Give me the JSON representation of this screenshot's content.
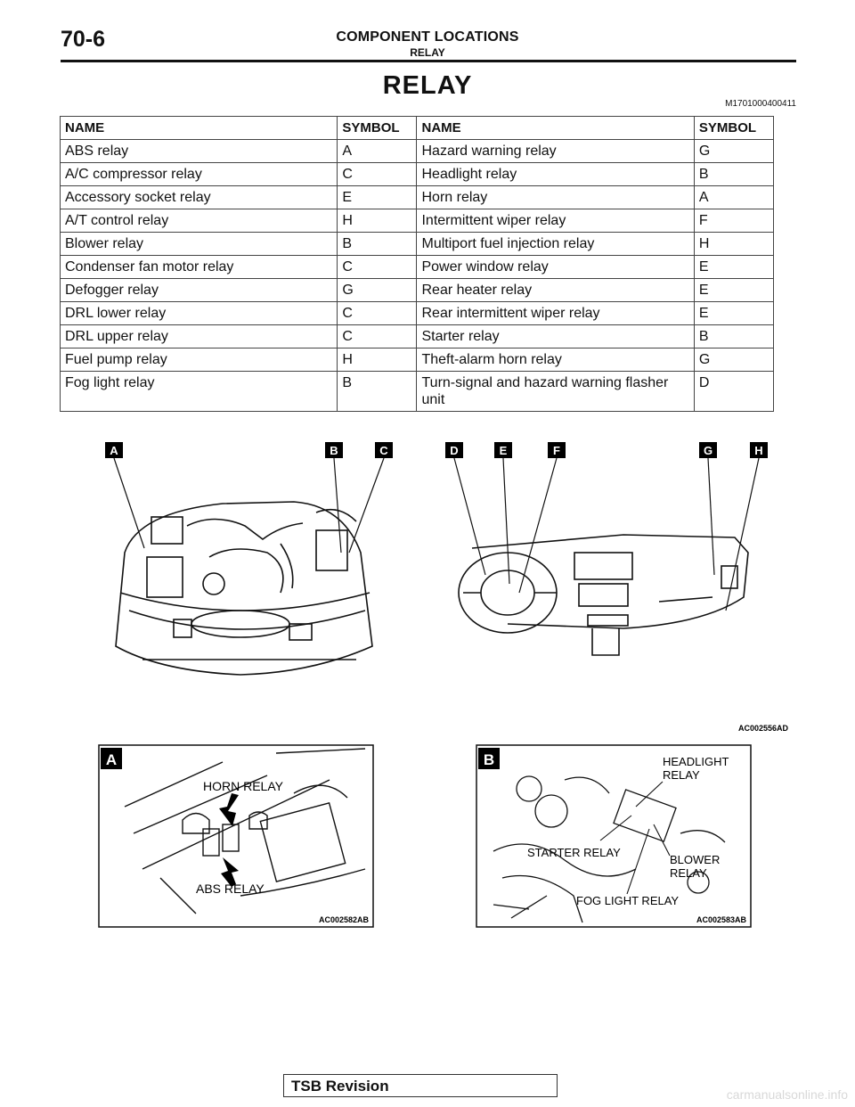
{
  "header": {
    "page_number": "70-6",
    "title": "COMPONENT LOCATIONS",
    "subtitle": "RELAY"
  },
  "section": {
    "title": "RELAY",
    "code": "M1701000400411"
  },
  "table": {
    "headers": [
      "NAME",
      "SYMBOL",
      "NAME",
      "SYMBOL"
    ],
    "rows": [
      [
        "ABS relay",
        "A",
        "Hazard warning relay",
        "G"
      ],
      [
        "A/C compressor relay",
        "C",
        "Headlight relay",
        "B"
      ],
      [
        "Accessory socket relay",
        "E",
        "Horn relay",
        "A"
      ],
      [
        "A/T control relay",
        "H",
        "Intermittent wiper relay",
        "F"
      ],
      [
        "Blower relay",
        "B",
        "Multiport fuel injection relay",
        "H"
      ],
      [
        "Condenser fan motor relay",
        "C",
        "Power window relay",
        "E"
      ],
      [
        "Defogger relay",
        "G",
        "Rear heater relay",
        "E"
      ],
      [
        "DRL lower relay",
        "C",
        "Rear intermittent wiper relay",
        "E"
      ],
      [
        "DRL upper relay",
        "C",
        "Starter relay",
        "B"
      ],
      [
        "Fuel pump relay",
        "H",
        "Theft-alarm horn relay",
        "G"
      ],
      [
        "Fog light relay",
        "B",
        "Turn-signal and hazard warning flasher unit",
        "D"
      ]
    ]
  },
  "figure_main": {
    "code": "AC002556AD",
    "markers": [
      "A",
      "B",
      "C",
      "D",
      "E",
      "F",
      "G",
      "H"
    ]
  },
  "figure_a": {
    "label": "A",
    "code": "AC002582AB",
    "callouts": [
      "HORN RELAY",
      "ABS RELAY"
    ]
  },
  "figure_b": {
    "label": "B",
    "code": "AC002583AB",
    "callouts": [
      "HEADLIGHT",
      "RELAY",
      "STARTER RELAY",
      "BLOWER",
      "RELAY",
      "FOG LIGHT RELAY"
    ]
  },
  "footer": {
    "label": "TSB Revision"
  },
  "watermark": "carmanualsonline.info"
}
